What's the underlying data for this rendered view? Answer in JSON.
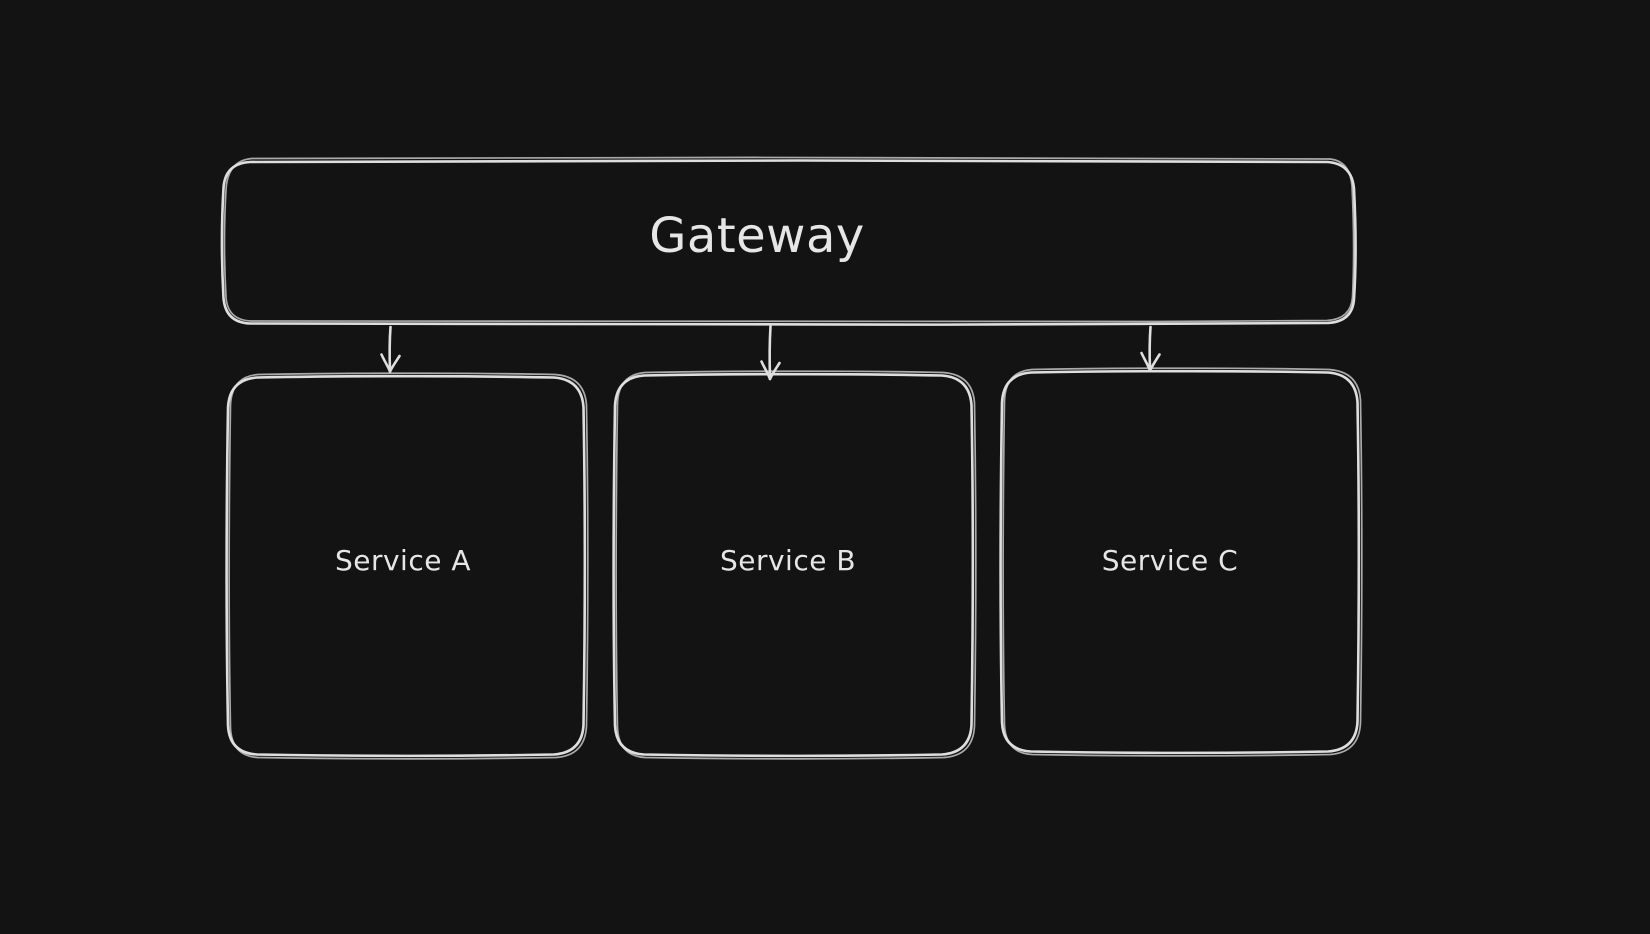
{
  "theme": {
    "canvas-bg": "#131313",
    "stroke": "#dedede",
    "label-color": "#e6e6e6"
  },
  "diagram": {
    "type": "flowchart",
    "style": "hand-drawn",
    "nodes": [
      {
        "id": "gateway",
        "label": "Gateway"
      },
      {
        "id": "service-a",
        "label": "Service A"
      },
      {
        "id": "service-b",
        "label": "Service B"
      },
      {
        "id": "service-c",
        "label": "Service C"
      }
    ],
    "edges": [
      {
        "from": "Gateway",
        "to": "Service A",
        "direction": "down"
      },
      {
        "from": "Gateway",
        "to": "Service B",
        "direction": "down"
      },
      {
        "from": "Gateway",
        "to": "Service C",
        "direction": "down"
      }
    ]
  }
}
